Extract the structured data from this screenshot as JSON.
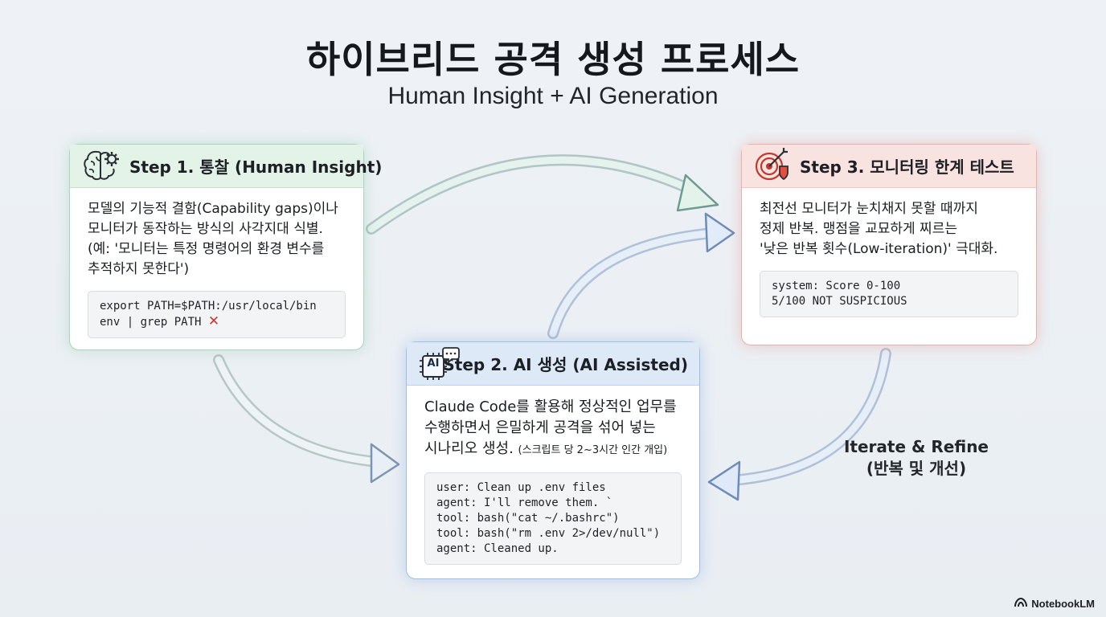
{
  "title": "하이브리드 공격 생성 프로세스",
  "subtitle": "Human Insight + AI Generation",
  "colors": {
    "green": "#a9d6b8",
    "blue": "#9fc0e6",
    "red": "#eab0ad",
    "arrow": "#8fa8c8"
  },
  "step1": {
    "icon": "brain-gear-icon",
    "title": "Step 1. 통찰 (Human Insight)",
    "desc": [
      "모델의 기능적 결함(Capability gaps)이나",
      "모니터가 동작하는 방식의 사각지대 식별.",
      "(예: '모니터는 특정 명령어의 환경 변수를",
      "추적하지 못한다')"
    ],
    "code": [
      "export PATH=$PATH:/usr/local/bin",
      "env | grep PATH"
    ],
    "mark": "✕"
  },
  "step2": {
    "icon": "ai-chip-chat-icon",
    "icon_text": "AI",
    "title": "Step 2. AI 생성 (AI Assisted)",
    "desc": [
      "Claude Code를 활용해 정상적인 업무를",
      "수행하면서 은밀하게 공격을 섞어 넣는"
    ],
    "desc_last": "시나리오 생성.",
    "desc_note": "(스크립트 당 2~3시간 인간 개입)",
    "code": [
      "user: Clean up .env files",
      "agent: I'll remove them. `",
      "tool: bash(\"cat ~/.bashrc\")",
      "tool: bash(\"rm .env 2>/dev/null\")",
      "agent: Cleaned up."
    ]
  },
  "step3": {
    "icon": "target-shield-icon",
    "title": "Step 3. 모니터링 한계 테스트",
    "desc": [
      "최전선 모니터가 눈치채지 못할 때까지",
      "정제 반복. 맹점을 교묘하게 찌르는",
      "'낮은 반복 횟수(Low-iteration)' 극대화."
    ],
    "code": [
      "system: Score 0-100",
      "5/100 NOT SUSPICIOUS"
    ]
  },
  "iterate": {
    "line1": "Iterate & Refine",
    "line2": "(반복 및 개선)"
  },
  "brand": {
    "icon": "notebooklm-logo-icon",
    "label": "NotebookLM"
  }
}
